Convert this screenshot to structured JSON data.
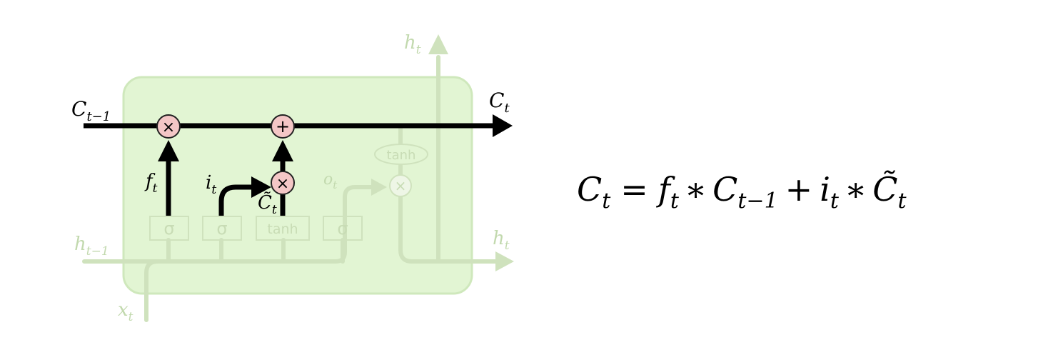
{
  "diagram": {
    "labels": {
      "c_prev": {
        "main": "C",
        "sub": "t−1"
      },
      "c_t": {
        "main": "C",
        "sub": "t"
      },
      "h_prev": {
        "main": "h",
        "sub": "t−1"
      },
      "h_t_top": {
        "main": "h",
        "sub": "t"
      },
      "h_t_right": {
        "main": "h",
        "sub": "t"
      },
      "x_t": {
        "main": "x",
        "sub": "t"
      },
      "f_t": {
        "main": "f",
        "sub": "t"
      },
      "i_t": {
        "main": "i",
        "sub": "t"
      },
      "o_t": {
        "main": "o",
        "sub": "t"
      },
      "c_tilde": {
        "main": "C̃",
        "sub": "t"
      }
    },
    "gates": {
      "sigma_forget": "σ",
      "sigma_input": "σ",
      "tanh_candidate": "tanh",
      "sigma_output": "σ",
      "tanh_output": "tanh"
    },
    "pointwise_ops": {
      "multiply_forget": "×",
      "add_cell": "+",
      "multiply_input": "×",
      "multiply_output": "×"
    }
  },
  "equation": {
    "lhs_main": "C",
    "lhs_sub": "t",
    "equals": "=",
    "f_main": "f",
    "f_sub": "t",
    "star1": "∗",
    "c_main": "C",
    "c_sub": "t−1",
    "plus": "+",
    "i_main": "i",
    "i_sub": "t",
    "star2": "∗",
    "ct_main": "C̃",
    "ct_sub": "t"
  },
  "colors": {
    "cell_fill": "#e2f5d3",
    "cell_stroke": "#cfe8bc",
    "faded_line": "#cfe2bd",
    "faded_text": "#c2d9ae",
    "active_line": "#000000",
    "op_fill": "#f4c6c6",
    "op_stroke": "#222222",
    "faded_op_fill": "#eef6e6"
  }
}
